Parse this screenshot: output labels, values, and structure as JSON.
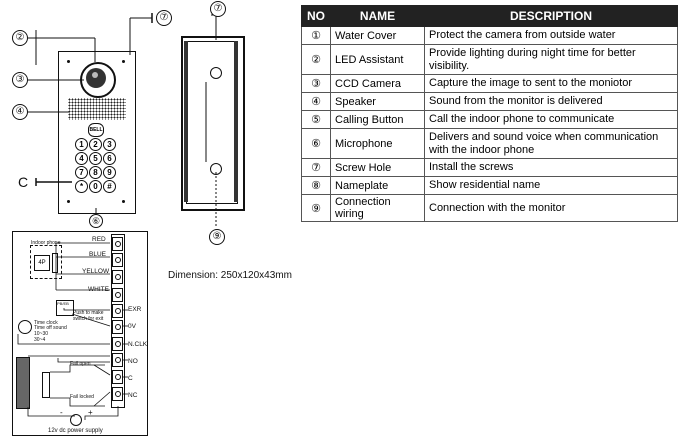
{
  "callouts": {
    "water_cover": "②",
    "led": "③",
    "speaker": "④",
    "screw_top": "⑦",
    "screw_side_top": "⑦",
    "screw_side_bottom": "⑨",
    "microphone": "⑥",
    "calling": "C"
  },
  "keypad": {
    "logo": "BELL",
    "keys": [
      "1",
      "2",
      "3",
      "4",
      "5",
      "6",
      "7",
      "8",
      "9",
      "*",
      "0",
      "#"
    ]
  },
  "table": {
    "headers": [
      "NO",
      "NAME",
      "DESCRIPTION"
    ],
    "rows": [
      {
        "no": "①",
        "name": "Water Cover",
        "desc": "Protect the camera from outside water"
      },
      {
        "no": "②",
        "name": "LED  Assistant",
        "desc": "Provide lighting during night time for better visibility."
      },
      {
        "no": "③",
        "name": "CCD Camera",
        "desc": "Capture the image to sent to the moniotor"
      },
      {
        "no": "④",
        "name": "Speaker",
        "desc": "Sound from the monitor is delivered"
      },
      {
        "no": "⑤",
        "name": "Calling Button",
        "desc": "Call the indoor phone to communicate"
      },
      {
        "no": "⑥",
        "name": "Microphone",
        "desc": "Delivers and sound voice when communication with the indoor phone"
      },
      {
        "no": "⑦",
        "name": "Screw Hole",
        "desc": "Install  the screws"
      },
      {
        "no": "⑧",
        "name": "Nameplate",
        "desc": " Show residential name"
      },
      {
        "no": "⑨",
        "name": "Connection wiring",
        "desc": "Connection with the monitor"
      }
    ]
  },
  "dimension": "Dimension: 250x120x43mm",
  "wiring": {
    "indoor_phone": "Indoor phone",
    "phone_port": "4P",
    "wires": [
      "RED",
      "BLUE",
      "YELLOW",
      "WHITE"
    ],
    "exit_button": "Push to make switch for exit",
    "exit_label": "PB/EB",
    "timer": "Time clock",
    "timer_sub": "Time off sound",
    "timer_vals": "10~30  30~4",
    "terminals": [
      "EXR",
      "0V",
      "N.CLK",
      "NO",
      "C",
      "NC"
    ],
    "fail_open": "Fail open",
    "fail_locked": "Fail locked",
    "psu": "12v dc power supply",
    "minus": "-",
    "plus": "+"
  }
}
